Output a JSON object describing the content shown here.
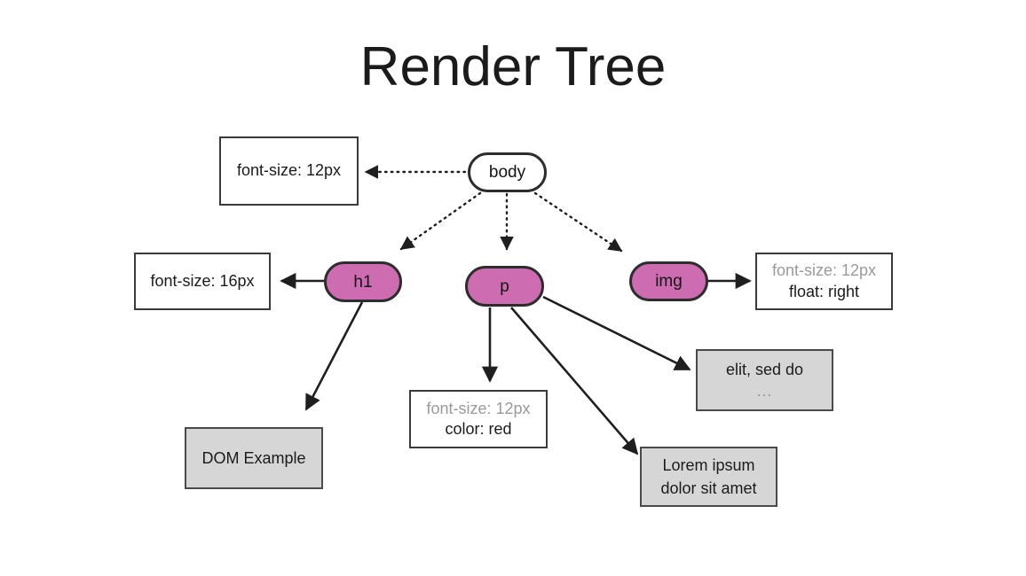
{
  "slide": {
    "title": "Render Tree",
    "background": "#ffffff"
  },
  "colors": {
    "element_node_fill": "#cd6cb0",
    "root_node_fill": "#ffffff",
    "node_stroke": "#2d2d2d",
    "style_box_fill": "#ffffff",
    "style_box_stroke": "#3a3a3a",
    "text_box_fill": "#d6d6d6",
    "text_box_stroke": "#4a4a4a",
    "inherited_text": "#9a9a9a",
    "own_text": "#1b1b1b",
    "edge_stroke": "#1f1f1f"
  },
  "nodes": {
    "body": {
      "label": "body",
      "type": "root-element"
    },
    "h1": {
      "label": "h1",
      "type": "element"
    },
    "p": {
      "label": "p",
      "type": "element"
    },
    "img": {
      "label": "img",
      "type": "element"
    }
  },
  "style_boxes": {
    "body_styles": {
      "lines": [
        {
          "text": "font-size: 12px",
          "kind": "own"
        }
      ]
    },
    "h1_styles": {
      "lines": [
        {
          "text": "font-size: 16px",
          "kind": "own"
        }
      ]
    },
    "img_styles": {
      "lines": [
        {
          "text": "font-size: 12px",
          "kind": "inherited"
        },
        {
          "text": "float: right",
          "kind": "own"
        }
      ]
    },
    "p_styles": {
      "lines": [
        {
          "text": "font-size: 12px",
          "kind": "inherited"
        },
        {
          "text": "color: red",
          "kind": "own"
        }
      ]
    }
  },
  "text_boxes": {
    "dom_example": {
      "line1": "DOM Example",
      "line2": ""
    },
    "lorem": {
      "line1": "Lorem ipsum",
      "line2": "dolor sit amet"
    },
    "elit": {
      "line1": "elit, sed do",
      "line2": "..."
    }
  },
  "edges": [
    {
      "from": "body",
      "to": "body_styles",
      "style": "dotted",
      "arrow": "end"
    },
    {
      "from": "body",
      "to": "h1",
      "style": "dotted",
      "arrow": "end"
    },
    {
      "from": "body",
      "to": "p",
      "style": "dotted",
      "arrow": "end"
    },
    {
      "from": "body",
      "to": "img",
      "style": "dotted",
      "arrow": "end"
    },
    {
      "from": "h1",
      "to": "h1_styles",
      "style": "solid",
      "arrow": "end"
    },
    {
      "from": "h1",
      "to": "dom_example",
      "style": "solid",
      "arrow": "end"
    },
    {
      "from": "img",
      "to": "img_styles",
      "style": "solid",
      "arrow": "end"
    },
    {
      "from": "p",
      "to": "p_styles",
      "style": "solid",
      "arrow": "end"
    },
    {
      "from": "p",
      "to": "lorem",
      "style": "solid",
      "arrow": "end"
    },
    {
      "from": "p",
      "to": "elit",
      "style": "solid",
      "arrow": "end"
    }
  ]
}
